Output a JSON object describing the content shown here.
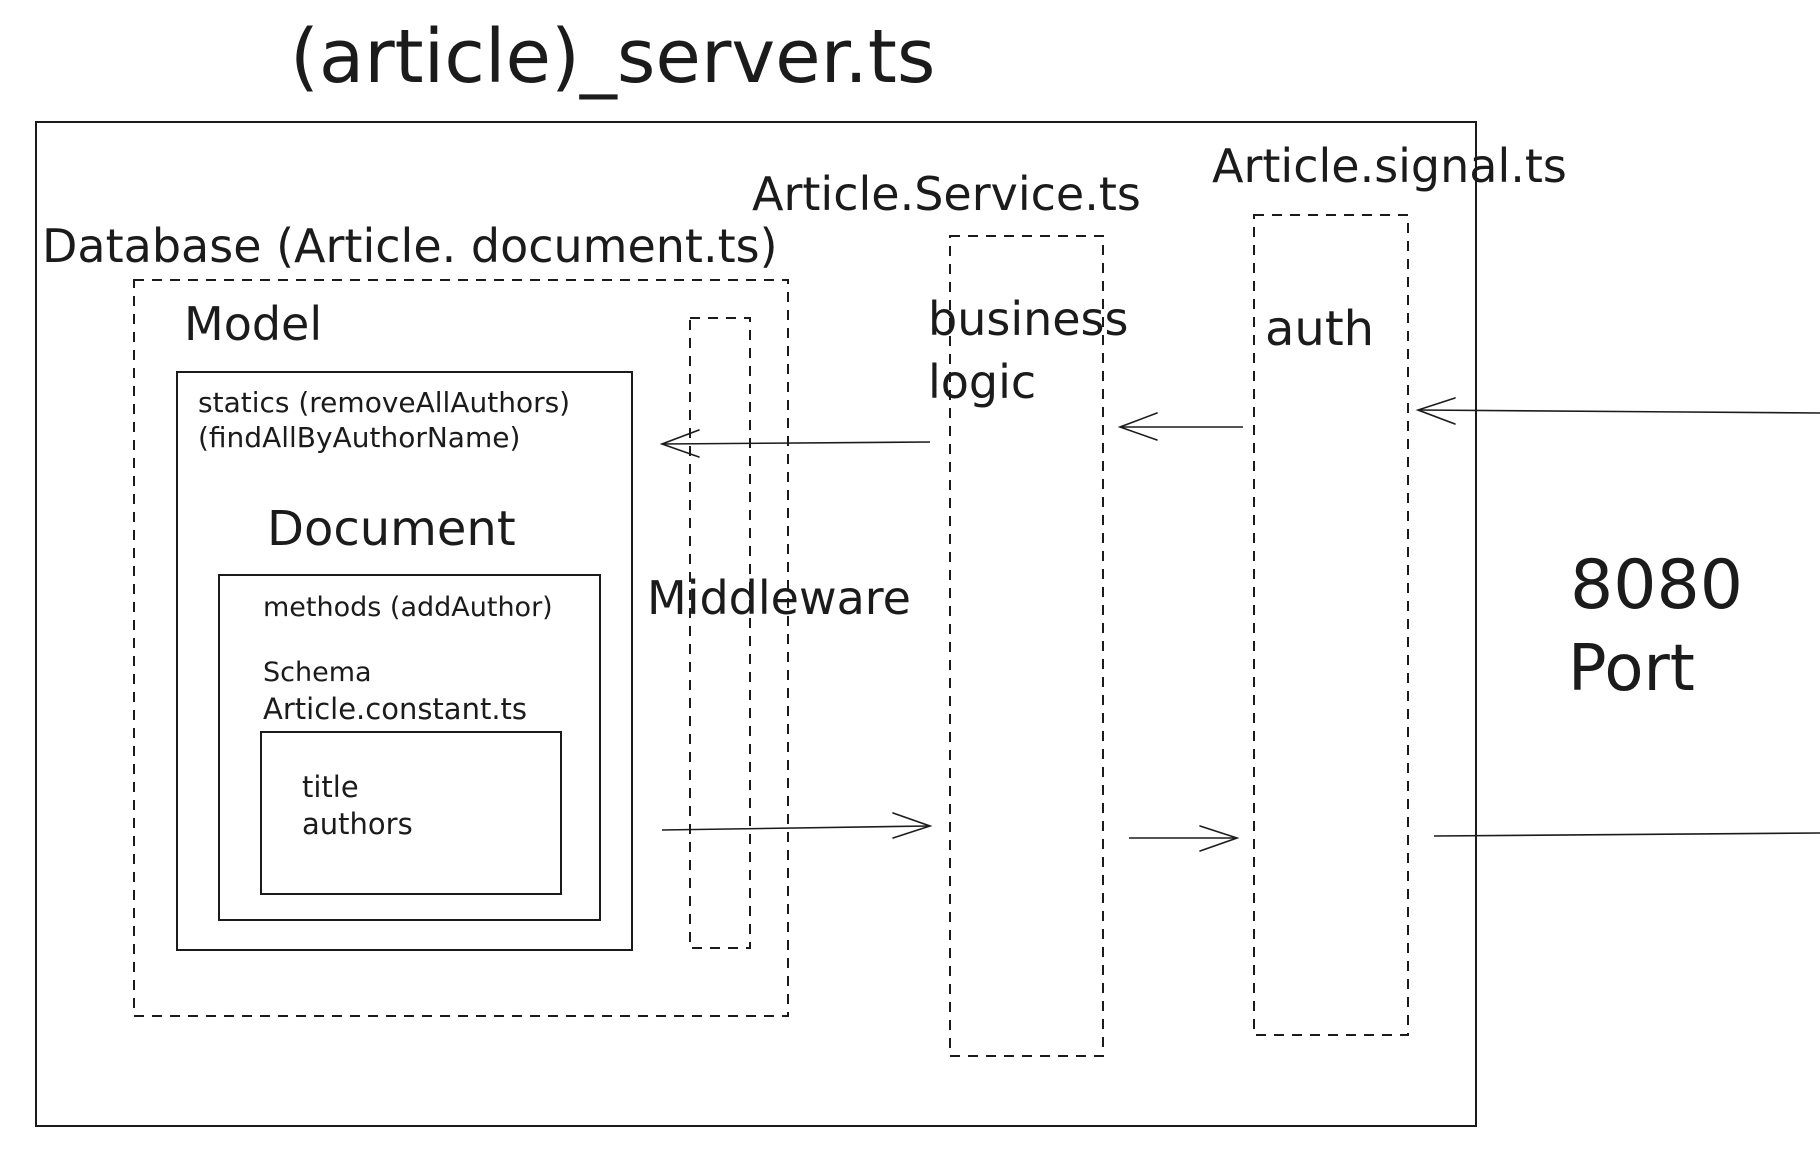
{
  "diagram": {
    "title": "(article)_server.ts",
    "database_label": "Database (Article. document.ts)",
    "model_label": "Model",
    "statics_line1": "statics (removeAllAuthors)",
    "statics_line2": "(findAllByAuthorName)",
    "document_label": "Document",
    "methods_label": "methods (addAuthor)",
    "schema_label": "Schema",
    "schema_file": "Article.constant.ts",
    "field_title": "title",
    "field_authors": "authors",
    "middleware_label": "Middleware",
    "service_file": "Article.Service.ts",
    "business_line1": "business",
    "business_line2": "logic",
    "signal_file": "Article.signal.ts",
    "auth_label": "auth",
    "port_number": "8080",
    "port_label": "Port"
  }
}
